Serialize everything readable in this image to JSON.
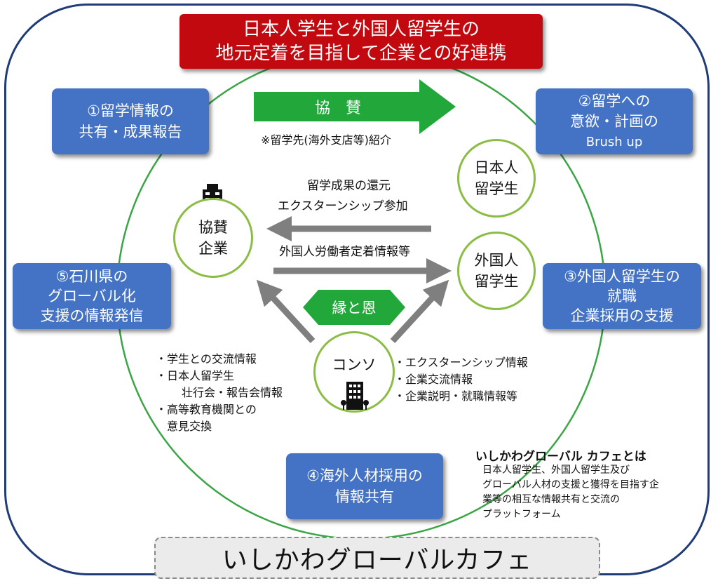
{
  "title": {
    "line1": "日本人学生と外国人留学生の",
    "line2": "地元定着を目指して企業との好連携"
  },
  "boxes": {
    "box1": {
      "line1": "①留学情報の",
      "line2": "共有・成果報告"
    },
    "box2": {
      "line1": "②留学への",
      "line2": "意欲・計画の",
      "line3": "Brush up"
    },
    "box3": {
      "line1": "③外国人留学生の",
      "line2": "就職",
      "line3": "企業採用の支援"
    },
    "box4": {
      "line1": "④海外人材採用の",
      "line2": "情報共有"
    },
    "box5": {
      "line1": "⑤石川県の",
      "line2": "グローバル化",
      "line3": "支援の情報発信"
    }
  },
  "circles": {
    "company": {
      "line1": "協賛",
      "line2": "企業"
    },
    "japanese": {
      "line1": "日本人",
      "line2": "留学生"
    },
    "foreign": {
      "line1": "外国人",
      "line2": "留学生"
    },
    "consortium": {
      "line1": "コンソ"
    }
  },
  "arrows": {
    "sponsor_label": "協　賛",
    "sponsor_note": "※留学先(海外支店等)紹介",
    "return_label1": "留学成果の還元",
    "return_label2": "エクスターンシップ参加",
    "foreign_info": "外国人労働者定着情報等",
    "bond_label": "縁と恩"
  },
  "lists": {
    "left": [
      "・学生との交流情報",
      "・日本人留学生",
      "壮行会・報告会情報",
      "・高等教育機関との",
      "意見交換"
    ],
    "right": [
      "・エクスターンシップ情報",
      "・企業交流情報",
      "・企業説明・就職情報等"
    ]
  },
  "description": {
    "title": "いしかわグローバル カフェとは",
    "lines": [
      "日本人留学生、外国人留学生及び",
      "グローバル人材の支援と獲得を目指す企",
      "業等の相互な情報共有と交流の",
      "プラットフォーム"
    ]
  },
  "banner": "いしかわグローバルカフェ",
  "colors": {
    "title_red": "#c1090f",
    "box_blue": "#4472c4",
    "ring_green": "#3aa545",
    "circle_green": "#8bbd45",
    "arrow_green": "#22a83a",
    "arrow_gray": "#7f7f7f",
    "frame_navy": "#1f3b78"
  },
  "icons": [
    "building-icon",
    "office-building-icon"
  ]
}
